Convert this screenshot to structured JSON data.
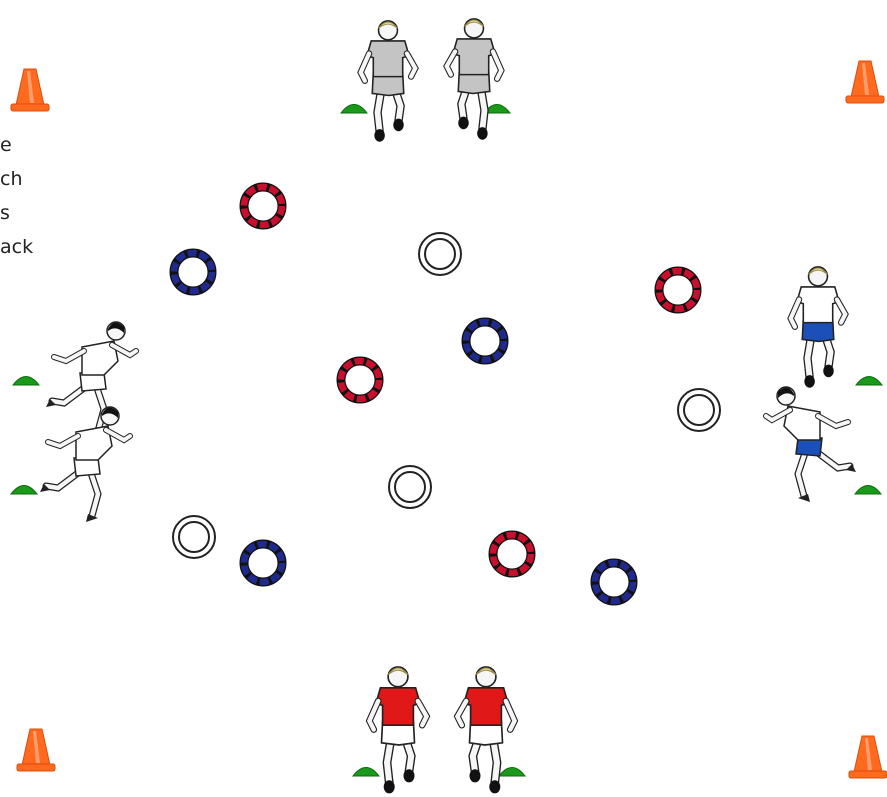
{
  "instructions_text_lines": [
    "e",
    "ch",
    "s",
    "ack"
  ],
  "colors": {
    "cone": "#ff6a1f",
    "cone_shade": "#d84f0e",
    "marker": "#1a9a1a",
    "ring_red": "#c8102e",
    "ring_blue": "#1f2a8c",
    "ring_white": "#ffffff",
    "shirt_grey": "#c4c4c4",
    "shirt_red": "#e01818",
    "shirt_white": "#ffffff",
    "shorts_blue": "#1d4fb8",
    "hair": "#f2e2a2",
    "skin": "#f6f6f6"
  },
  "cones": [
    {
      "id": "cone-top-left",
      "icon": "traffic-cone-icon"
    },
    {
      "id": "cone-top-right",
      "icon": "traffic-cone-icon"
    },
    {
      "id": "cone-bottom-left",
      "icon": "traffic-cone-icon"
    },
    {
      "id": "cone-bottom-right",
      "icon": "traffic-cone-icon"
    }
  ],
  "rings": [
    {
      "id": "ring-red-1",
      "color": "red"
    },
    {
      "id": "ring-blue-1",
      "color": "blue"
    },
    {
      "id": "ring-white-1",
      "color": "white"
    },
    {
      "id": "ring-red-2",
      "color": "red"
    },
    {
      "id": "ring-blue-2",
      "color": "blue"
    },
    {
      "id": "ring-red-3",
      "color": "red"
    },
    {
      "id": "ring-white-2",
      "color": "white"
    },
    {
      "id": "ring-white-3",
      "color": "white"
    },
    {
      "id": "ring-white-4",
      "color": "white"
    },
    {
      "id": "ring-blue-3",
      "color": "blue"
    },
    {
      "id": "ring-red-4",
      "color": "red"
    },
    {
      "id": "ring-blue-4",
      "color": "blue"
    }
  ],
  "teams": [
    {
      "id": "team-grey-top",
      "shirt": "grey",
      "shorts": "grey",
      "players": 2
    },
    {
      "id": "team-white-left",
      "shirt": "white",
      "shorts": "white",
      "players": 2
    },
    {
      "id": "team-blue-right",
      "shirt": "white",
      "shorts": "blue",
      "players": 2
    },
    {
      "id": "team-red-bottom",
      "shirt": "red",
      "shorts": "white",
      "players": 2
    }
  ]
}
